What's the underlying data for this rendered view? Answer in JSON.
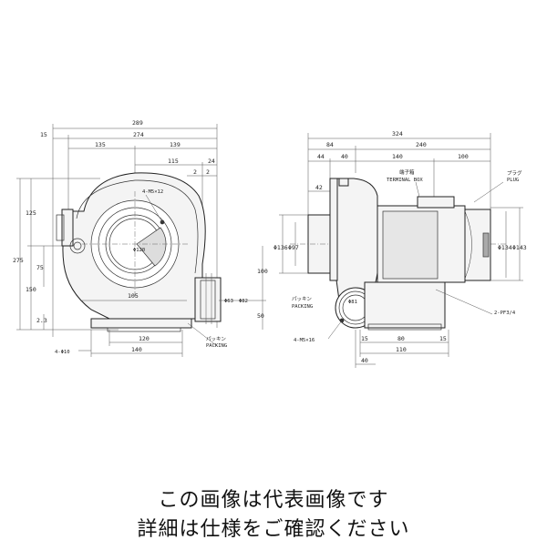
{
  "front_view": {
    "dims_top": [
      "289",
      "15",
      "274",
      "135",
      "139",
      "115",
      "24",
      "2",
      "2"
    ],
    "dims_left": [
      "275",
      "125",
      "150",
      "75",
      "2.3"
    ],
    "dims_right": [
      "100",
      "50"
    ],
    "dims_bottom": [
      "105",
      "120",
      "140"
    ],
    "callouts": {
      "bolt": "4-M5×12",
      "inlet_dia": "Φ120",
      "outlet_dia_a": "Φ63",
      "outlet_dia_b": "Φ82",
      "holes": "4-Φ10",
      "packing_jp": "パッキン",
      "packing_en": "PACKING"
    }
  },
  "side_view": {
    "dims_top": [
      "324",
      "84",
      "240",
      "44",
      "40",
      "140",
      "100",
      "42"
    ],
    "dims_left": [
      "Φ136",
      "Φ97"
    ],
    "dims_right": [
      "Φ134",
      "Φ143"
    ],
    "dims_bottom": [
      "15",
      "80",
      "15",
      "110",
      "40"
    ],
    "callouts": {
      "terminal_jp": "端子箱",
      "terminal_en": "TERMINAL BOX",
      "plug_jp": "プラグ",
      "plug_en": "PLUG",
      "outlet_dia": "Φ81",
      "packing_jp": "パッキン",
      "packing_en": "PACKING",
      "bolt": "4-M5×16",
      "pf": "2-PF3/4"
    }
  },
  "caption": {
    "line1": "この画像は代表画像です",
    "line2": "詳細は仕様をご確認ください"
  }
}
